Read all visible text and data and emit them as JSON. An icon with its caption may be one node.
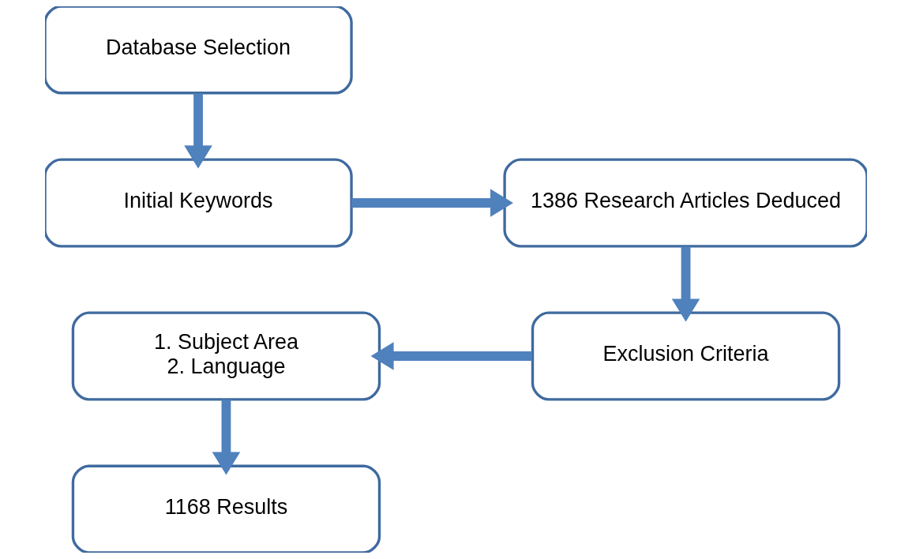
{
  "diagram": {
    "nodes": [
      {
        "text": [
          "Database Selection"
        ]
      },
      {
        "text": [
          "Initial Keywords"
        ]
      },
      {
        "text": [
          "1386 Research Articles Deduced"
        ]
      },
      {
        "text": [
          "Exclusion Criteria"
        ]
      },
      {
        "text": [
          "1. Subject Area",
          "2. Language"
        ]
      },
      {
        "text": [
          "1168 Results"
        ]
      }
    ],
    "edges": [
      {
        "from": 0,
        "to": 1,
        "arrow": "to"
      },
      {
        "from": 1,
        "to": 2,
        "arrow": "to"
      },
      {
        "from": 2,
        "to": 3,
        "arrow": "to"
      },
      {
        "from": 3,
        "to": 4,
        "arrow": "to"
      },
      {
        "from": 4,
        "to": 5,
        "arrow": "to"
      }
    ]
  }
}
